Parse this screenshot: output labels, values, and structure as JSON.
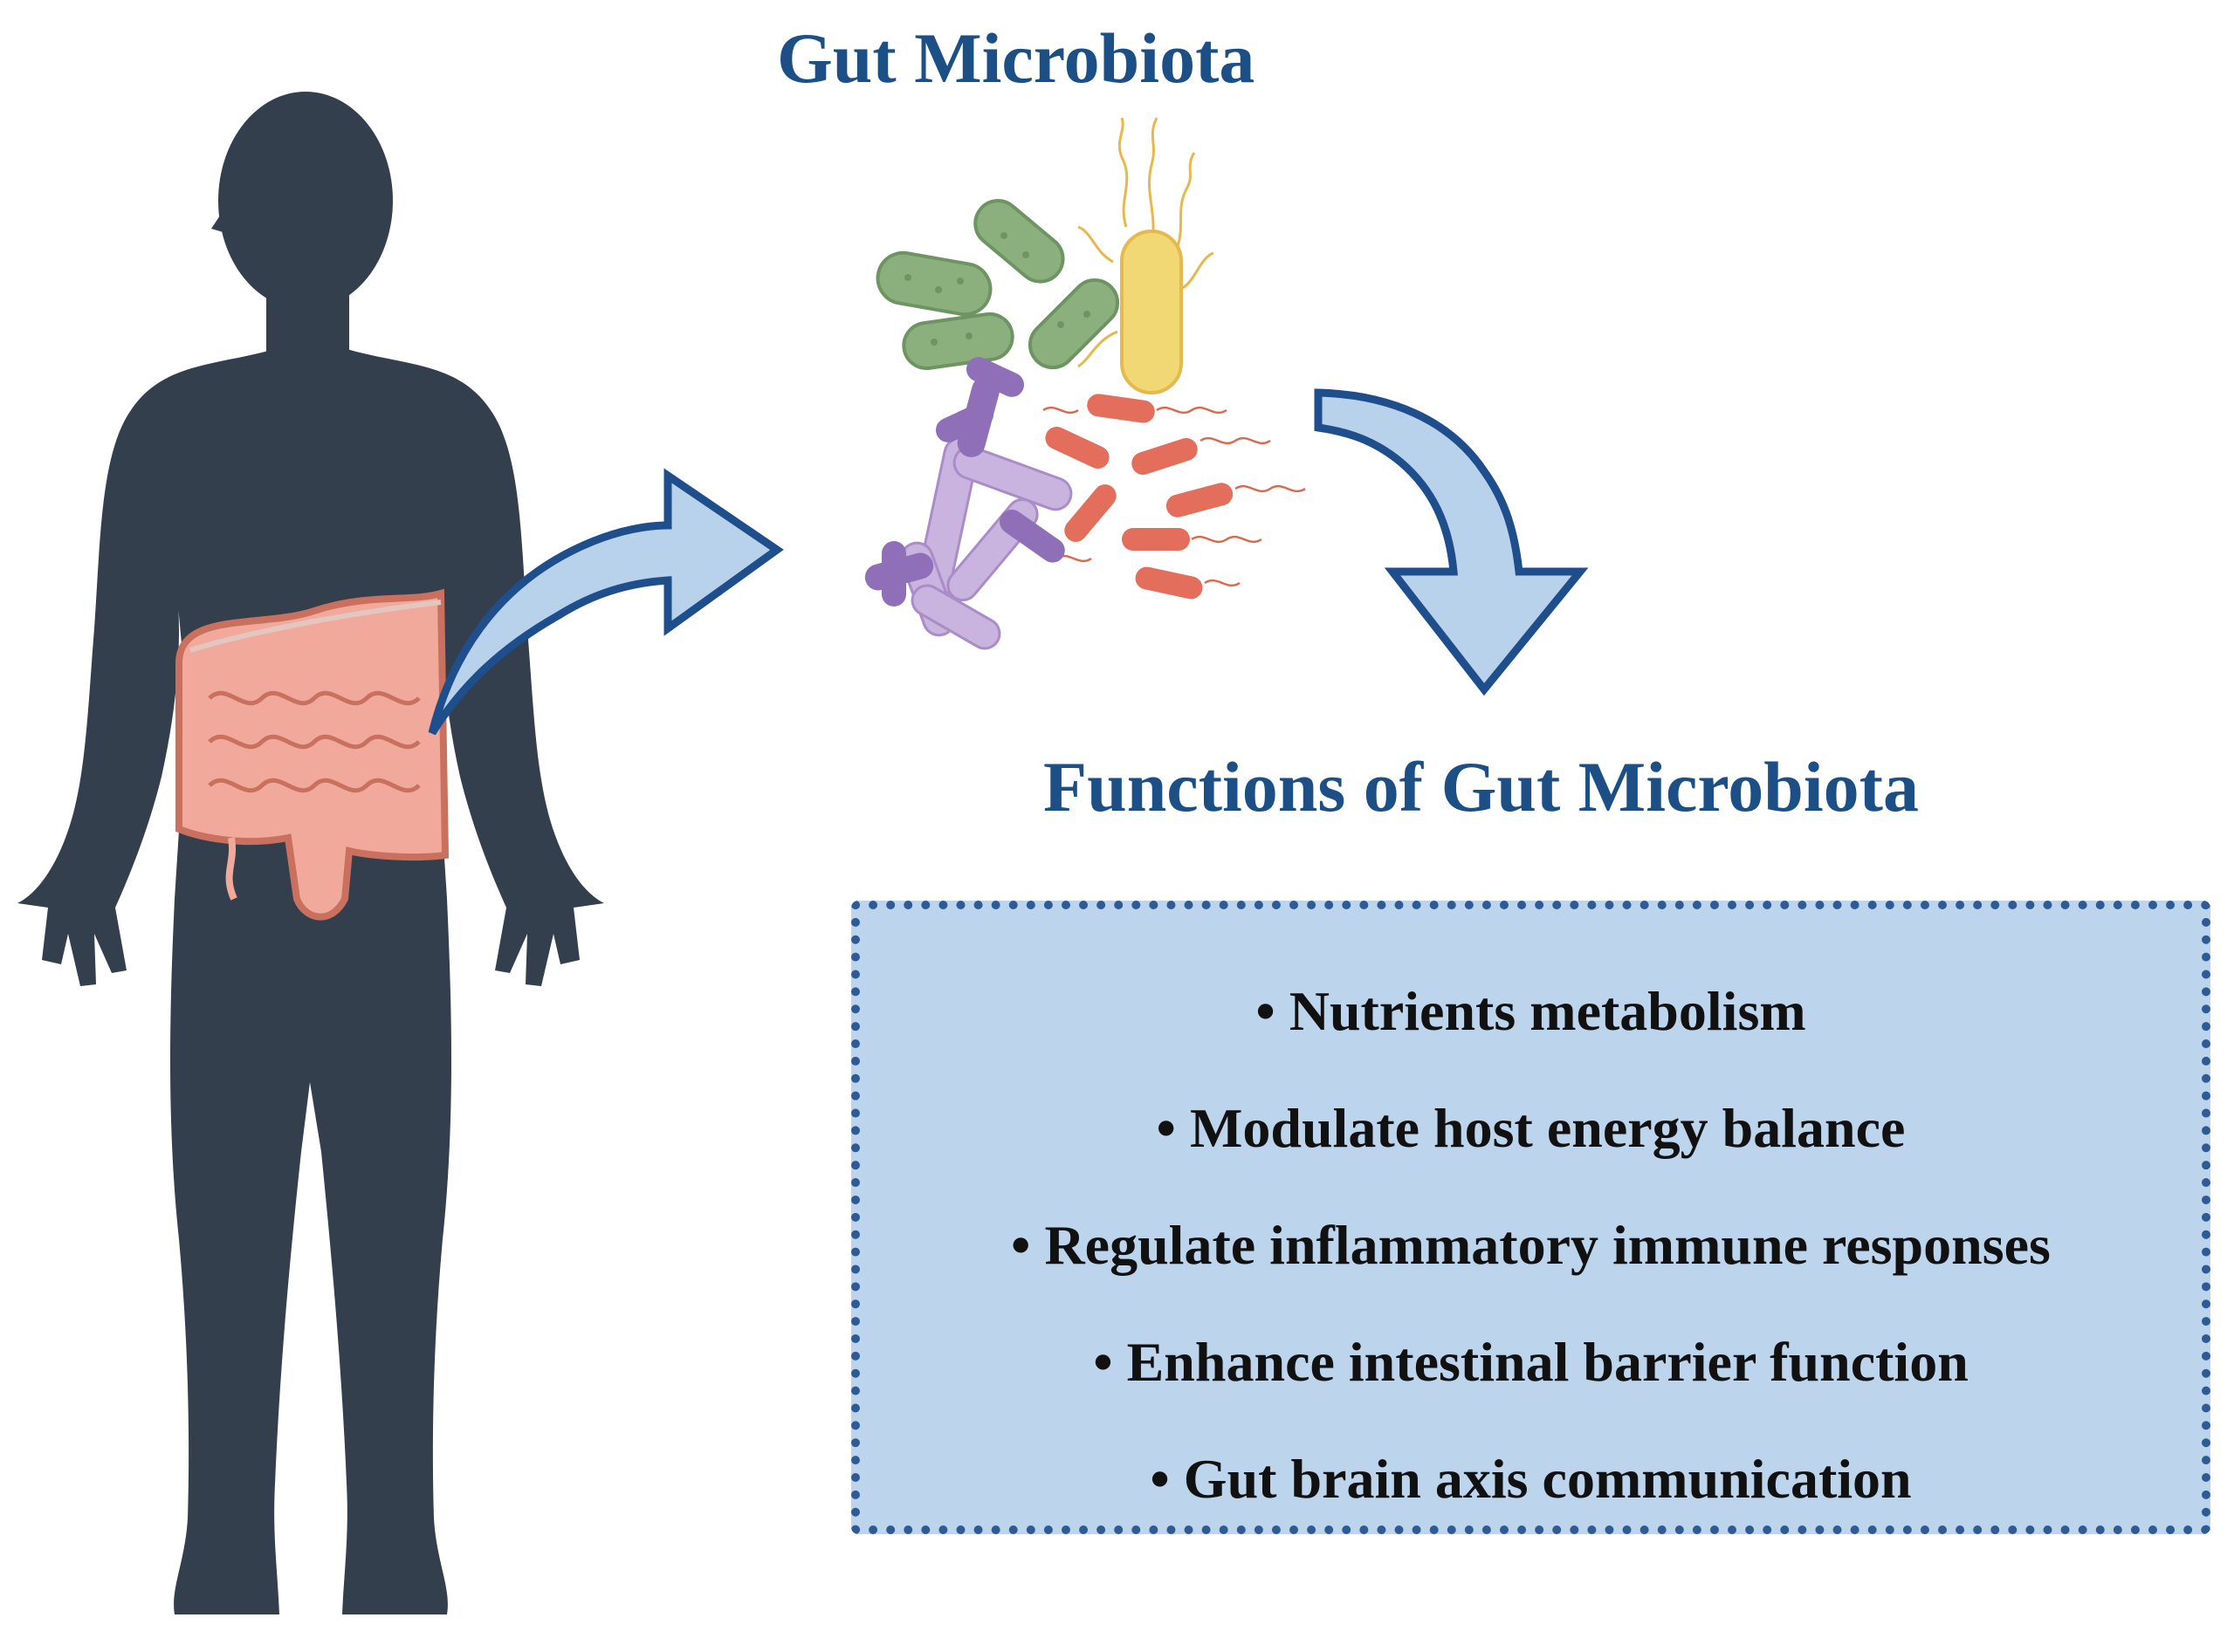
{
  "colors": {
    "title": "#1b4f86",
    "silhouette": "#343f4e",
    "intestine": "#f0a99a",
    "intestine_outline": "#c9705f",
    "arrow_fill": "#b9d2ec",
    "arrow_stroke": "#1f4e8c",
    "box_fill": "#bcd5ec",
    "box_border": "#2e5b95",
    "bacteria_green": "#8bb07e",
    "bacteria_yellow": "#f2d874",
    "bacteria_purple": "#a98cc8",
    "bacteria_red": "#e36e5c"
  },
  "header": {
    "title": "Gut Microbiota"
  },
  "functions": {
    "title": "Functions of Gut Microbiota",
    "items": [
      "Nutrients metabolism",
      "Modulate host energy balance",
      "Regulate inflammatory immune responses",
      "Enhance intestinal barrier function",
      "Gut brain axis communication"
    ]
  },
  "icons": [
    "human-body-silhouette-icon",
    "intestine-icon",
    "bacteria-cluster-icon",
    "curved-arrow-icon"
  ]
}
